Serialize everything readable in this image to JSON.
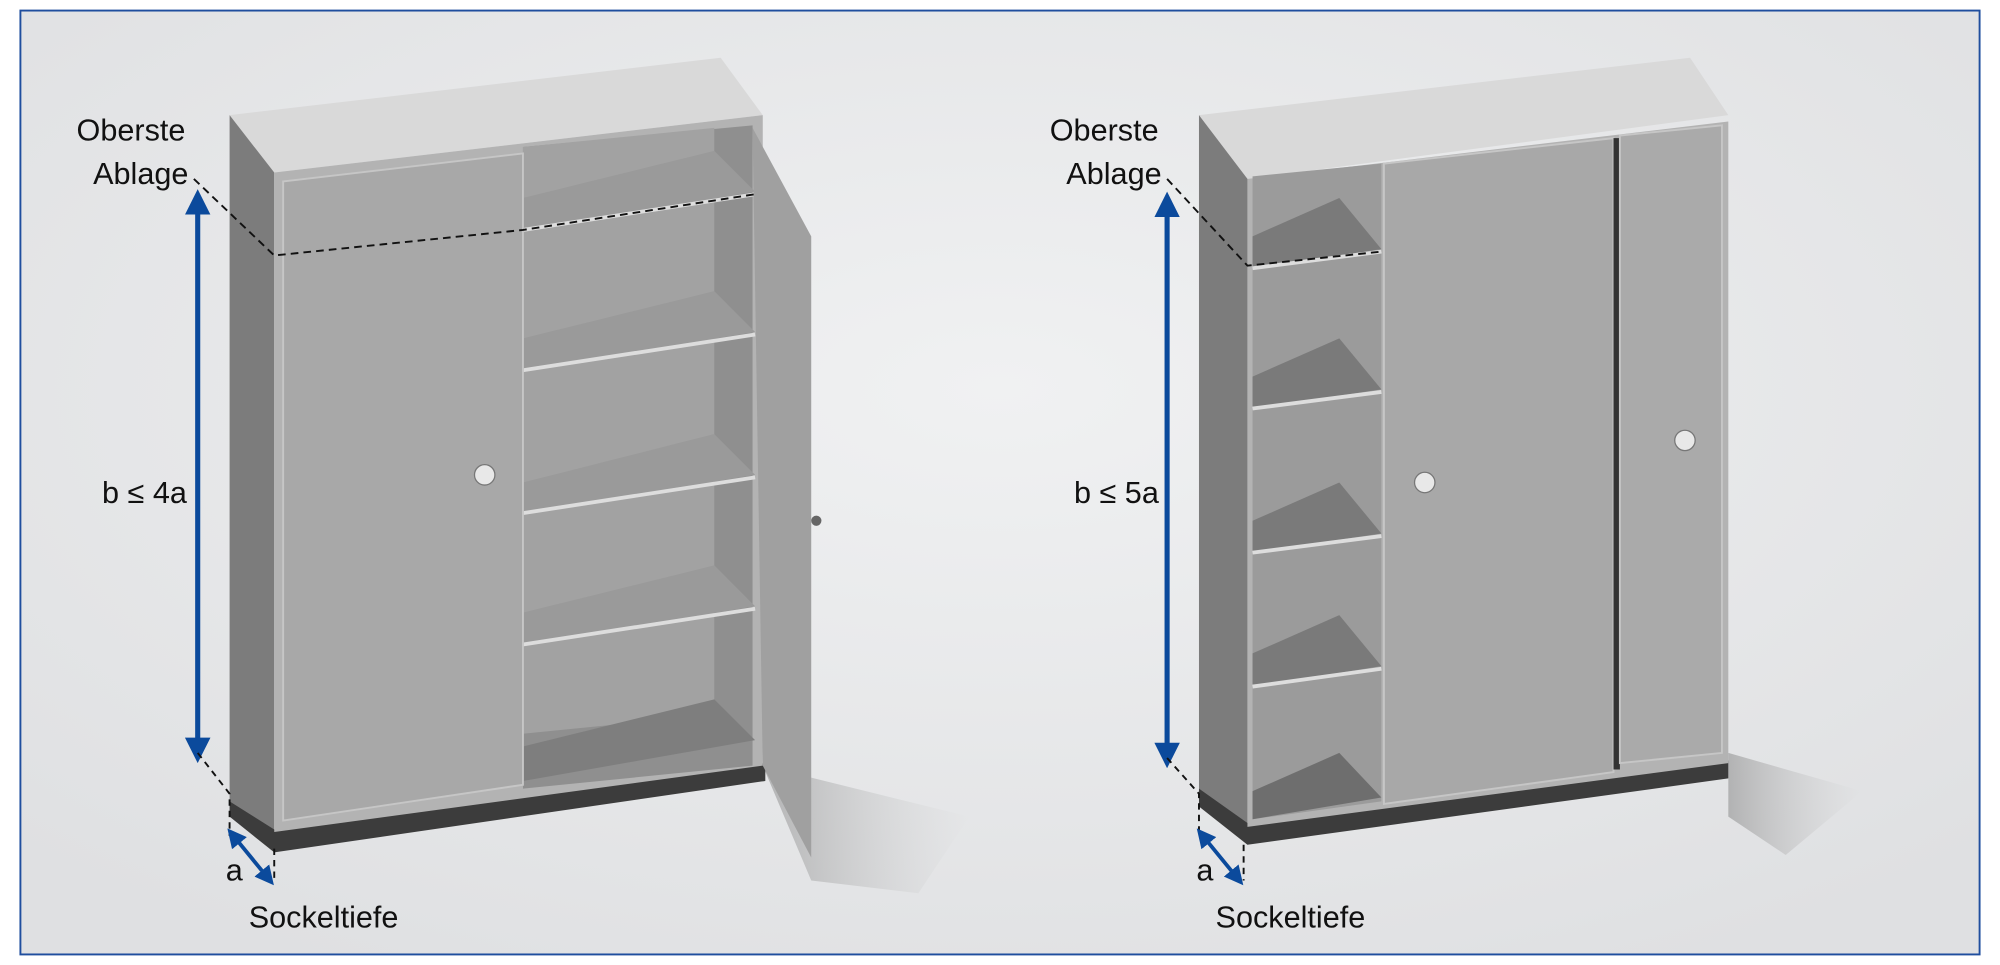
{
  "colors": {
    "arrow": "#0b4a9c",
    "frame": "#1f4e9e",
    "background": "#e9eaec"
  },
  "left_cabinet": {
    "top_label_line1": "Oberste",
    "top_label_line2": "Ablage",
    "height_rule": "b ≤ 4a",
    "depth_label": "a",
    "plinth_label": "Sockeltiefe"
  },
  "right_cabinet": {
    "top_label_line1": "Oberste",
    "top_label_line2": "Ablage",
    "height_rule": "b ≤ 5a",
    "depth_label": "a",
    "plinth_label": "Sockeltiefe"
  }
}
